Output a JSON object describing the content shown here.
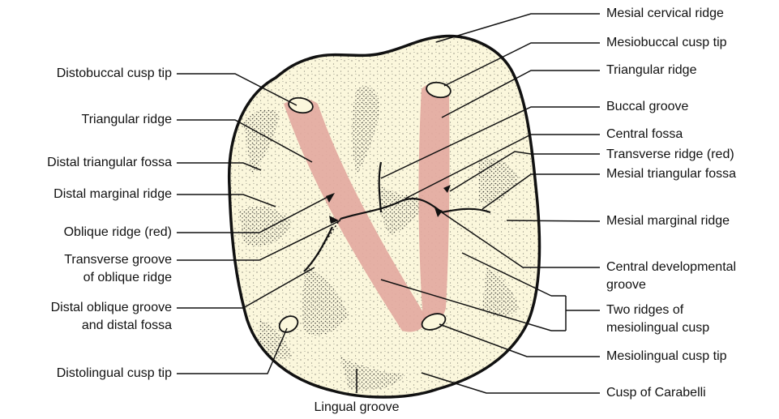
{
  "labels": {
    "mesial_cervical_ridge": "Mesial cervical ridge",
    "mesiobuccal_cusp_tip": "Mesiobuccal cusp tip",
    "triangular_ridge_right": "Triangular ridge",
    "buccal_groove": "Buccal groove",
    "central_fossa": "Central fossa",
    "transverse_ridge_red": "Transverse ridge (red)",
    "mesial_triangular_fossa": "Mesial triangular fossa",
    "mesial_marginal_ridge": "Mesial marginal ridge",
    "central_developmental_groove_1": "Central developmental",
    "central_developmental_groove_2": "groove",
    "two_ridges_1": "Two ridges of",
    "two_ridges_2": "mesiolingual cusp",
    "mesiolingual_cusp_tip": "Mesiolingual cusp tip",
    "cusp_of_carabelli": "Cusp of Carabelli",
    "lingual_groove": "Lingual groove",
    "distobuccal_cusp_tip": "Distobuccal cusp tip",
    "triangular_ridge_left": "Triangular ridge",
    "distal_triangular_fossa": "Distal triangular fossa",
    "distal_marginal_ridge": "Distal marginal ridge",
    "oblique_ridge_red": "Oblique ridge (red)",
    "transverse_groove_1": "Transverse groove",
    "transverse_groove_2": "of oblique ridge",
    "distal_oblique_groove_1": "Distal oblique groove",
    "distal_oblique_groove_2": "and distal fossa",
    "distolingual_cusp_tip": "Distolingual cusp tip"
  },
  "colors": {
    "tooth_fill": "#fbf7dc",
    "ridge_fill": "#e3a9a0",
    "outline": "#111111"
  }
}
